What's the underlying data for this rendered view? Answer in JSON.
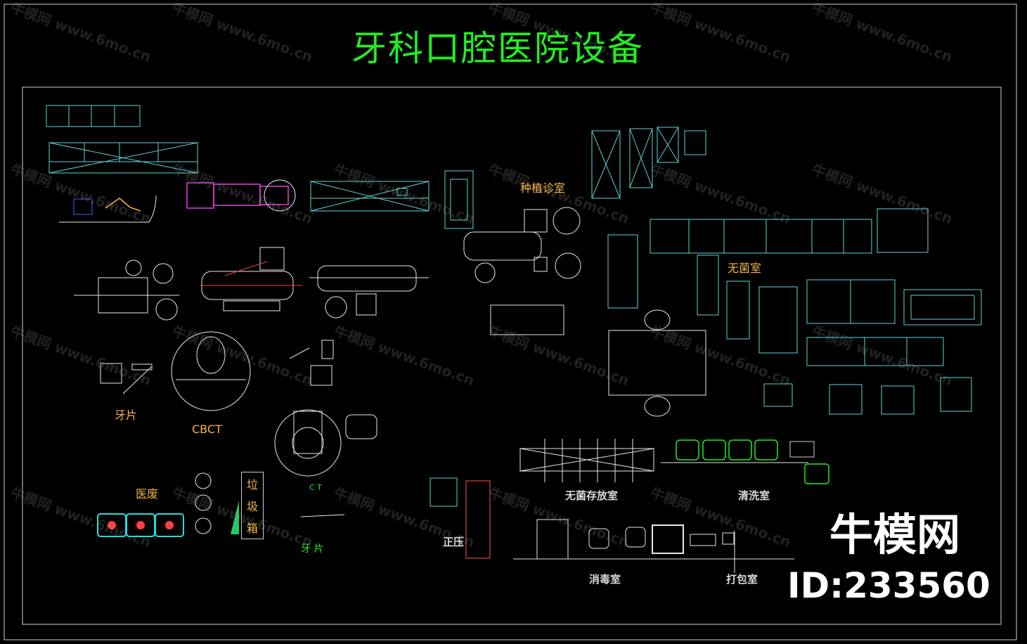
{
  "title": "牙科口腔医院设备",
  "labels": {
    "implant_room": "种植诊室",
    "sterile_room": "无菌室",
    "dental_film_1": "牙片",
    "cbct": "CBCT",
    "medical_waste": "医废",
    "trash": [
      "垃",
      "圾",
      "箱"
    ],
    "ct": "C T",
    "dental_film_2": "牙 片",
    "positive_pressure": "正压",
    "sterile_storage": "无菌存放室",
    "cleaning_room": "清洗室",
    "disinfection_room": "消毒室",
    "packing_room": "打包室"
  },
  "watermark": {
    "brand": "牛模网",
    "url": "www.6mo.cn"
  },
  "brand_text": "牛模网",
  "id_text": "ID:233560",
  "colors": {
    "background": "#000000",
    "title": "#22ee22",
    "cad_cyan": "#5fd3d3",
    "cad_white": "#e8e8e8",
    "cad_magenta": "#e040e0",
    "cad_orange": "#f5b642",
    "cad_green": "#22ee22"
  }
}
